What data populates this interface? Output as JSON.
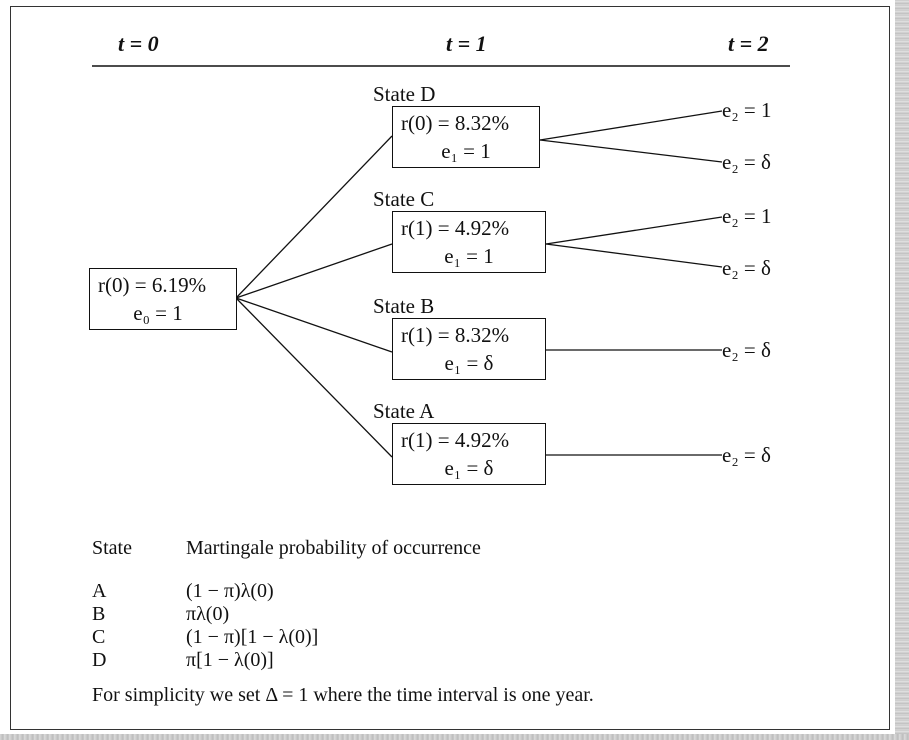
{
  "headers": {
    "t0": "t = 0",
    "t1": "t = 1",
    "t2": "t = 2"
  },
  "root": {
    "l1": "r(0) =  6.19%",
    "l2": "e₀ = 1"
  },
  "nodes": [
    {
      "state": "State D",
      "l1": "r(0) =  8.32%",
      "l2": "e₁ = 1"
    },
    {
      "state": "State C",
      "l1": "r(1) = 4.92%",
      "l2": "e₁ = 1"
    },
    {
      "state": "State B",
      "l1": "r(1) =  8.32%",
      "l2": "e₁ = δ"
    },
    {
      "state": "State A",
      "l1": "r(1) =  4.92%",
      "l2": "e₁ = δ"
    }
  ],
  "leaves": {
    "d_up": "e₂ = 1",
    "d_down": "e₂ = δ",
    "c_up": "e₂ = 1",
    "c_down": "e₂ = δ",
    "b": "e₂ = δ",
    "a": "e₂ = δ"
  },
  "legend": {
    "col1": "State",
    "col2": "Martingale probability of occurrence",
    "rows": [
      {
        "state": "A",
        "prob": "(1 − π)λ(0)"
      },
      {
        "state": "B",
        "prob": "πλ(0)"
      },
      {
        "state": "C",
        "prob": "(1 − π)[1 − λ(0)]"
      },
      {
        "state": "D",
        "prob": "π[1 − λ(0)]"
      }
    ],
    "note": "For simplicity we set Δ = 1 where the time interval is one year."
  }
}
